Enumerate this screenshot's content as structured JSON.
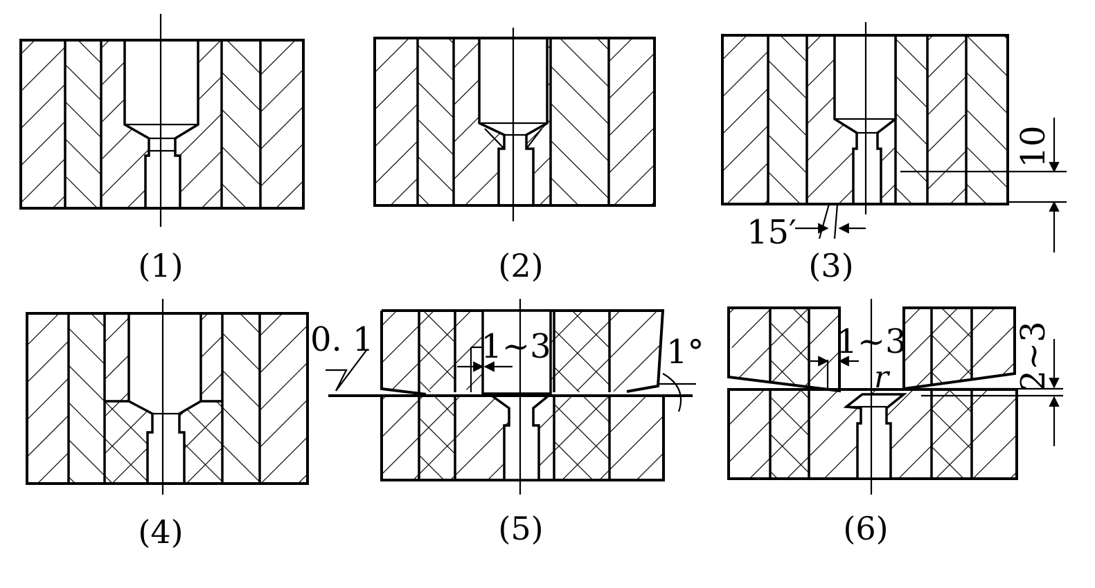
{
  "captions": {
    "p1": "(1)",
    "p2": "(2)",
    "p3": "(3)",
    "p4": "(4)",
    "p5": "(5)",
    "p6": "(6)"
  },
  "dimensions": {
    "p3_depth": "10",
    "p3_angle": "15′",
    "p5_gap": "1~3",
    "p5_roughness": "0. 1",
    "p5_angle": "1°",
    "p6_gap": "1~3",
    "p6_radius": "r",
    "p6_clearance": "2~3"
  },
  "colors": {
    "line": "#000000",
    "background": "#ffffff"
  }
}
